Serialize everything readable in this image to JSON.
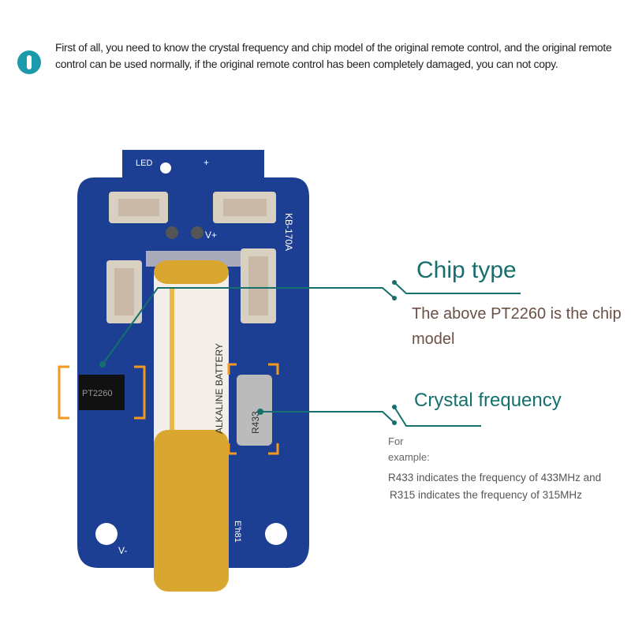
{
  "intro": {
    "icon": "info-exclamation-icon",
    "text": "First of all, you need to know the crystal frequency and chip model of the original remote control, and the original remote control can be used normally, if the original remote control has been completely damaged, you can not copy."
  },
  "pcb_labels": {
    "led": "LED",
    "vplus_top": "+",
    "vplus": "V+",
    "model": "KB-170A",
    "chip": "PT2260",
    "crystal": "R433",
    "battery": "ALKALINE BATTERY",
    "vminus": "V-",
    "code": "E'h81"
  },
  "chip_section": {
    "title": "Chip type",
    "description": "The above PT2260 is the chip model"
  },
  "crystal_section": {
    "title": "Crystal frequency",
    "for": "For",
    "example": "example:",
    "line1": "R433 indicates the frequency of 433MHz and",
    "line2": "R315 indicates the frequency of 315MHz"
  },
  "colors": {
    "accent": "#156f6c",
    "pcb": "#1c3f94",
    "highlight": "#f39a1e"
  }
}
